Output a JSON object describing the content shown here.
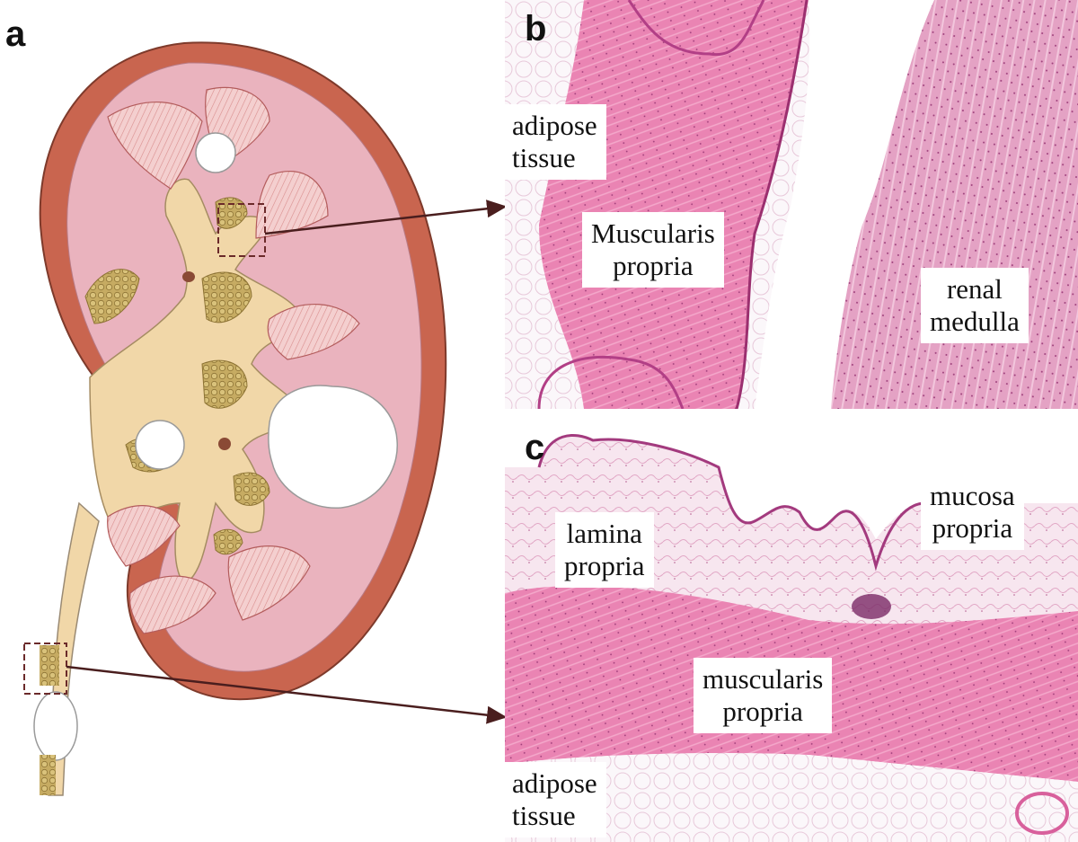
{
  "panels": {
    "a": {
      "letter": "a"
    },
    "b": {
      "letter": "b",
      "labels": {
        "adipose": [
          "adipose",
          "tissue"
        ],
        "muscularis": [
          "Muscularis",
          "propria"
        ],
        "renal": [
          "renal",
          "medulla"
        ]
      }
    },
    "c": {
      "letter": "c",
      "labels": {
        "lamina": [
          "lamina",
          "propria"
        ],
        "mucosa": [
          "mucosa",
          "propria"
        ],
        "muscularis": [
          "muscularis",
          "propria"
        ],
        "adipose": [
          "adipose",
          "tissue"
        ]
      }
    }
  },
  "colors": {
    "cortex": "#c9654f",
    "cortex_inner": "#eab3be",
    "pelvis": "#f1d7a8",
    "pyramid": "#f3c3c3",
    "fat_nodule": "#b8a061",
    "stone": "#ffffff",
    "he_stain": "#e88ab4",
    "leader_line": "#4a1e1e",
    "box_dash": "#6b2a2a"
  }
}
